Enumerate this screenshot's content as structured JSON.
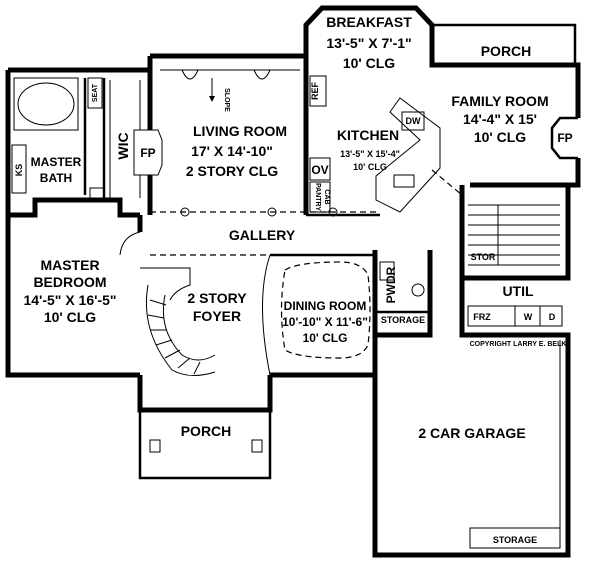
{
  "rooms": {
    "breakfast": {
      "name": "BREAKFAST",
      "dims": "13'-5\" X 7'-1\"",
      "clg": "10' CLG"
    },
    "porch_rear": {
      "name": "PORCH"
    },
    "family_room": {
      "name": "FAMILY ROOM",
      "dims": "14'-4\" X 15'",
      "clg": "10' CLG"
    },
    "living_room": {
      "name": "LIVING ROOM",
      "dims": "17' X 14'-10\"",
      "clg": "2 STORY CLG"
    },
    "kitchen": {
      "name": "KITCHEN",
      "dims": "13'-5\" X 15'-4\"",
      "clg": "10' CLG"
    },
    "master_bath": {
      "name_line1": "MASTER",
      "name_line2": "BATH"
    },
    "wic": {
      "name": "WIC"
    },
    "gallery": {
      "name": "GALLERY"
    },
    "master_bedroom": {
      "name_line1": "MASTER",
      "name_line2": "BEDROOM",
      "dims": "14'-5\" X 16'-5\"",
      "clg": "10' CLG"
    },
    "foyer": {
      "name_line1": "2 STORY",
      "name_line2": "FOYER"
    },
    "dining_room": {
      "name": "DINING ROOM",
      "dims": "10'-10\" X 11'-6\"",
      "clg": "10' CLG"
    },
    "porch_front": {
      "name": "PORCH"
    },
    "garage": {
      "name": "2 CAR GARAGE"
    },
    "util": {
      "name": "UTIL"
    },
    "stor": {
      "name": "STOR"
    },
    "pwdr": {
      "name": "PWDR"
    },
    "storage_pwdr": {
      "name": "STORAGE"
    },
    "storage_garage": {
      "name": "STORAGE"
    }
  },
  "fixtures": {
    "fp_living": "FP",
    "fp_family": "FP",
    "seat": "SEAT",
    "ks": "KS",
    "slope": "SLOPE",
    "ref": "REF",
    "dw": "DW",
    "ov": "OV",
    "pantry": "PANTRY",
    "cab": "CAB",
    "frz": "FRZ",
    "washer": "W",
    "dryer": "D"
  },
  "copyright": "COPYRIGHT LARRY E. BELK"
}
